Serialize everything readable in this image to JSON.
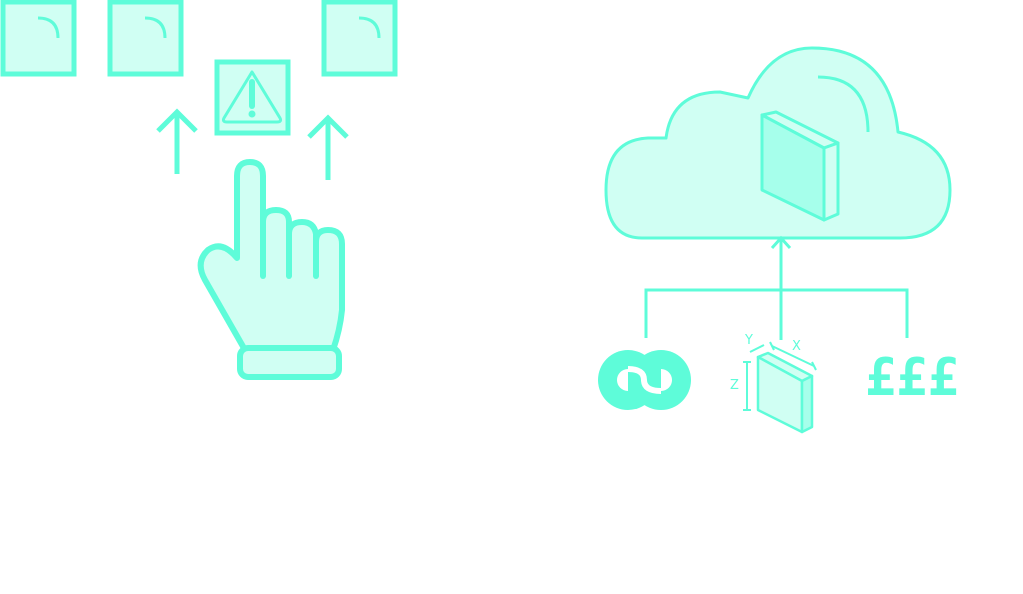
{
  "colors": {
    "stroke": "#5efcd9",
    "fill": "#d0fff3",
    "fill_dark": "#a6ffeb",
    "background": "#ffffff"
  },
  "icons": {
    "left_group": [
      "document-icon",
      "document-icon",
      "warning-document-icon",
      "document-icon",
      "arrow-up-icon",
      "arrow-up-icon",
      "pointing-hand-icon"
    ],
    "right_group": [
      "cloud-icon",
      "box-icon",
      "infinity-link-icon",
      "dimension-box-icon",
      "currency-icon"
    ]
  },
  "dimensions": {
    "x_label": "X",
    "y_label": "Y",
    "z_label": "Z"
  },
  "currency": {
    "text": "£££"
  }
}
